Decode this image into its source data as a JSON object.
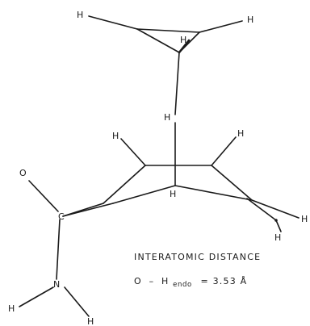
{
  "atoms": {
    "h_top_left": "H",
    "h_top_right": "H",
    "h_cp_inner": "H",
    "h_endo": "H",
    "h_ring_left": "H",
    "h_ring_right": "H",
    "h_bridge": "H",
    "h_far_right": "H",
    "h_lower_right": "H",
    "oxygen": "O",
    "carbon": "C",
    "nitrogen": "N",
    "h_n_left": "H",
    "h_n_right": "H"
  },
  "caption": {
    "title": "INTERATOMIC  DISTANCE",
    "eq_atom1": "O",
    "eq_dash": "–",
    "eq_atom2": "H",
    "eq_subscript": "endo",
    "eq_value": "= 3.53 Å"
  }
}
